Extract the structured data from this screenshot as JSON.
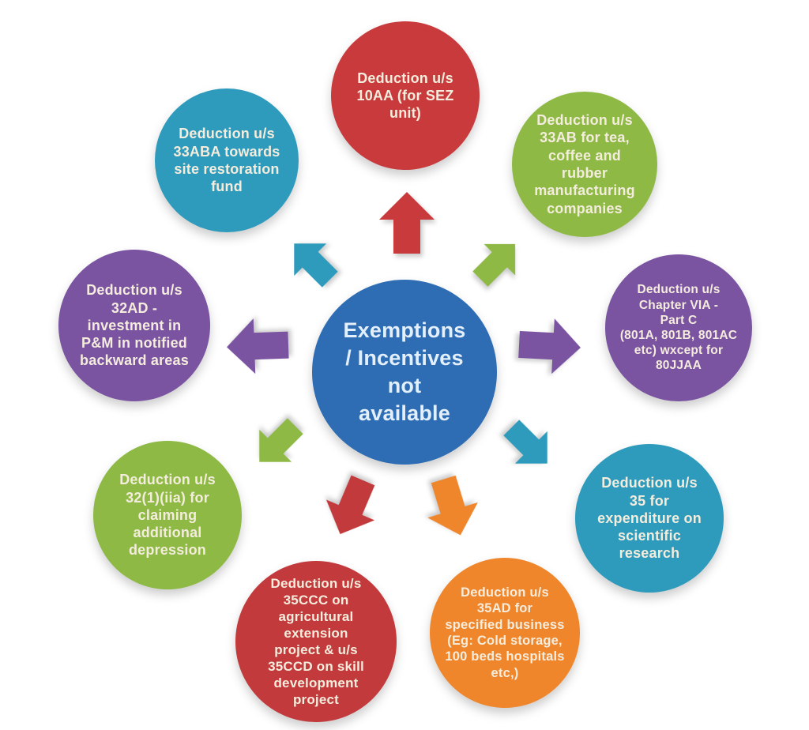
{
  "diagram": {
    "background_color": "#ffffff",
    "center": {
      "lines": [
        "Exemptions",
        "/ Incentives",
        "not",
        "available"
      ],
      "color": "#2e6db4",
      "text_color": "#e3f0fb"
    },
    "node_text_color": "#f4eddd",
    "nodes": [
      {
        "position": "top",
        "color": "#c93a3c",
        "lines": [
          "Deduction u/s",
          "10AA (for SEZ",
          "unit)"
        ]
      },
      {
        "position": "top-right",
        "color": "#8db944",
        "lines": [
          "Deduction u/s",
          "33AB for tea,",
          "coffee and",
          "rubber",
          "manufacturing",
          "companies"
        ]
      },
      {
        "position": "right",
        "color": "#7a53a1",
        "lines": [
          "Deduction u/s",
          "Chapter VIA -",
          "Part C",
          "(801A, 801B, 801AC",
          "etc) wxcept for",
          "80JJAA"
        ]
      },
      {
        "position": "bottom-right",
        "color": "#2e9bbd",
        "lines": [
          "Deduction u/s",
          "35 for",
          "expenditure on",
          "scientific",
          "research"
        ]
      },
      {
        "position": "bottom-right-lower",
        "color": "#f0862c",
        "lines": [
          "Deduction u/s",
          "35AD for",
          "specified business",
          "(Eg: Cold storage,",
          "100 beds hospitals",
          "etc,)"
        ]
      },
      {
        "position": "bottom-left-lower",
        "color": "#c23a3c",
        "lines": [
          "Deduction u/s",
          "35CCC on",
          "agricultural",
          "extension",
          "project & u/s",
          "35CCD on skill",
          "development",
          "project"
        ]
      },
      {
        "position": "bottom-left",
        "color": "#8db944",
        "lines": [
          "Deduction u/s",
          "32(1)(iia) for",
          "claiming",
          "additional",
          "depression"
        ]
      },
      {
        "position": "left",
        "color": "#7a53a1",
        "lines": [
          "Deduction u/s",
          "32AD -",
          "investment in",
          "P&M in notified",
          "backward areas"
        ]
      },
      {
        "position": "top-left",
        "color": "#2e9bbd",
        "lines": [
          "Deduction u/s",
          "33ABA towards",
          "site restoration",
          "fund"
        ]
      }
    ],
    "arrows": [
      {
        "direction": "up",
        "color": "#c93a3c"
      },
      {
        "direction": "up-right",
        "color": "#8db944"
      },
      {
        "direction": "right",
        "color": "#7a53a1"
      },
      {
        "direction": "down-right",
        "color": "#2e9bbd"
      },
      {
        "direction": "down-tilted-right",
        "color": "#f0862c"
      },
      {
        "direction": "down-tilted-left",
        "color": "#c23a3c"
      },
      {
        "direction": "down-left",
        "color": "#8db944"
      },
      {
        "direction": "left",
        "color": "#7a53a1"
      },
      {
        "direction": "up-left",
        "color": "#2e9bbd"
      }
    ]
  }
}
